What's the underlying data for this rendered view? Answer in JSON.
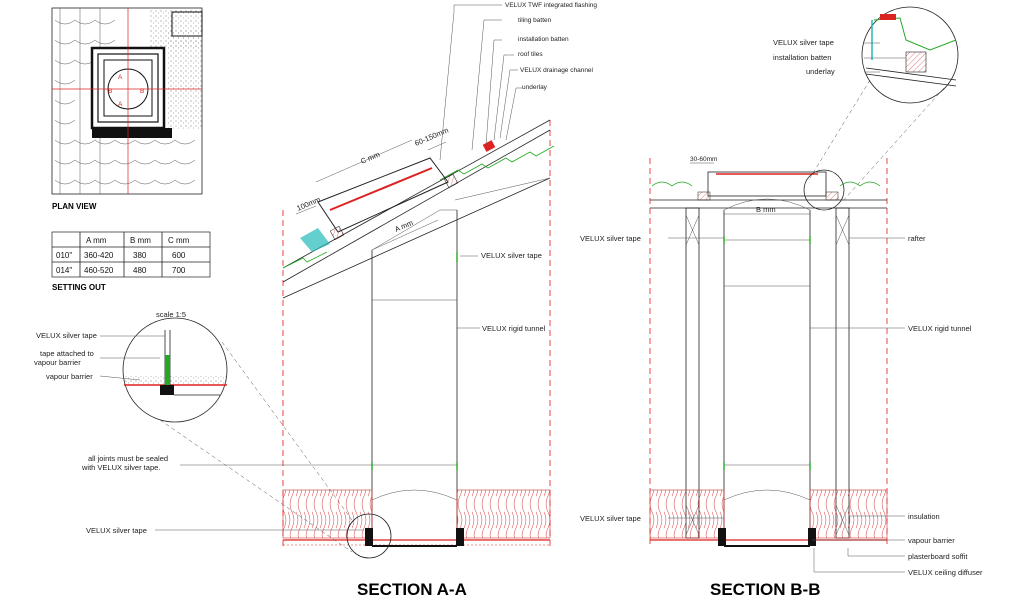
{
  "plan": {
    "title": "PLAN VIEW",
    "mark_a": "A",
    "mark_b": "B"
  },
  "setting_out": {
    "title": "SETTING OUT",
    "headers": [
      "",
      "A mm",
      "B mm",
      "C mm"
    ],
    "rows": [
      [
        "010\"",
        "360-420",
        "380",
        "600"
      ],
      [
        "014\"",
        "460-520",
        "480",
        "700"
      ]
    ]
  },
  "section_aa": {
    "title": "SECTION A-A",
    "scale": "scale 1:5",
    "dim_c": "C mm",
    "dim_range": "60-150mm",
    "dim_100": "100mm",
    "dim_a": "A mm",
    "labels": {
      "flashing": "VELUX TWF integrated flashing",
      "tiling_batten": "tiling batten",
      "installation_batten": "installation batten",
      "roof_tiles": "roof tiles",
      "drainage_channel": "VELUX drainage channel",
      "underlay": "underlay",
      "silver_tape_top": "VELUX silver tape",
      "rigid_tunnel": "VELUX rigid tunnel",
      "detail_silver_tape": "VELUX silver tape",
      "tape_attached_1": "tape attached to",
      "tape_attached_2": "vapour barrier",
      "vapour_barrier": "vapour barrier",
      "joints_1": "all joints must be sealed",
      "joints_2": "with VELUX silver tape.",
      "silver_tape_bottom": "VELUX silver tape"
    }
  },
  "section_bb": {
    "title": "SECTION B-B",
    "dim_top": "30-60mm",
    "dim_b": "B mm",
    "labels": {
      "detail_silver_tape": "VELUX silver tape",
      "detail_installation_batten": "installation batten",
      "detail_underlay": "underlay",
      "silver_tape_top": "VELUX silver tape",
      "rafter": "rafter",
      "rigid_tunnel": "VELUX rigid tunnel",
      "silver_tape_bottom": "VELUX silver tape",
      "insulation": "insulation",
      "vapour_barrier": "vapour barrier",
      "plasterboard": "plasterboard soffit",
      "ceiling_diffuser": "VELUX ceiling diffuser"
    }
  },
  "colors": {
    "line": "#222222",
    "red": "#dd2222",
    "green": "#22aa22",
    "cyan": "#33bbcc"
  }
}
